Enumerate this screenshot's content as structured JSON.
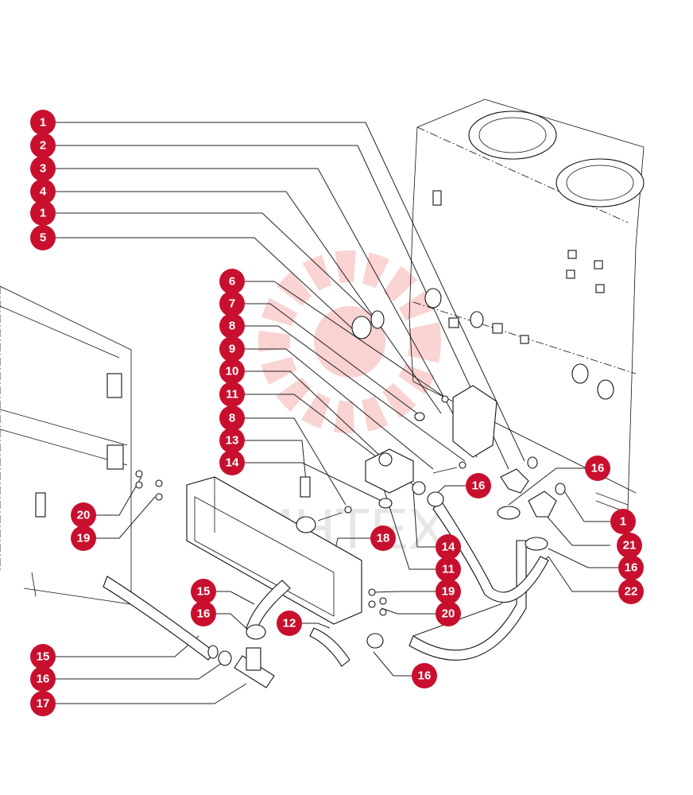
{
  "diagram": {
    "colors": {
      "callout": "#c8102e",
      "callout_text": "#ffffff",
      "line": "#111111",
      "watermark": "#f3c6c6"
    },
    "watermark_text": "ИНТЕХ",
    "callouts": [
      {
        "label": "1"
      },
      {
        "label": "2"
      },
      {
        "label": "3"
      },
      {
        "label": "4"
      },
      {
        "label": "1"
      },
      {
        "label": "5"
      },
      {
        "label": "6"
      },
      {
        "label": "7"
      },
      {
        "label": "8"
      },
      {
        "label": "9"
      },
      {
        "label": "10"
      },
      {
        "label": "11"
      },
      {
        "label": "8"
      },
      {
        "label": "13"
      },
      {
        "label": "14"
      },
      {
        "label": "20"
      },
      {
        "label": "19"
      },
      {
        "label": "16"
      },
      {
        "label": "16"
      },
      {
        "label": "18"
      },
      {
        "label": "14"
      },
      {
        "label": "11"
      },
      {
        "label": "1"
      },
      {
        "label": "21"
      },
      {
        "label": "16"
      },
      {
        "label": "22"
      },
      {
        "label": "19"
      },
      {
        "label": "20"
      },
      {
        "label": "15"
      },
      {
        "label": "16"
      },
      {
        "label": "12"
      },
      {
        "label": "15"
      },
      {
        "label": "16"
      },
      {
        "label": "17"
      },
      {
        "label": "16"
      }
    ]
  }
}
